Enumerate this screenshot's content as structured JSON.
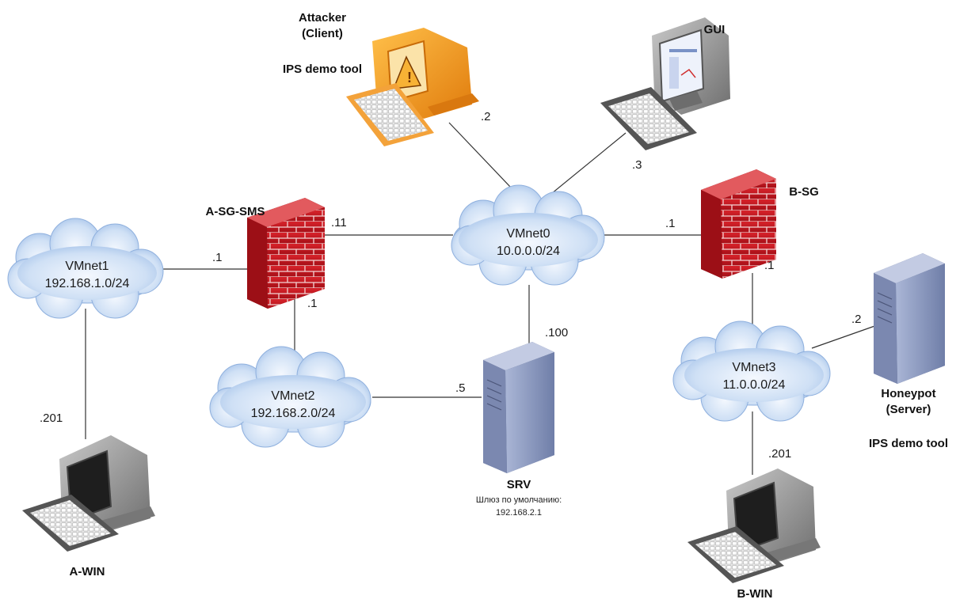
{
  "networks": {
    "vmnet0": {
      "name": "VMnet0",
      "subnet": "10.0.0.0/24"
    },
    "vmnet1": {
      "name": "VMnet1",
      "subnet": "192.168.1.0/24"
    },
    "vmnet2": {
      "name": "VMnet2",
      "subnet": "192.168.2.0/24"
    },
    "vmnet3": {
      "name": "VMnet3",
      "subnet": "11.0.0.0/24"
    }
  },
  "nodes": {
    "attacker": {
      "line1": "Attacker",
      "line2": "(Client)",
      "tool": "IPS demo tool"
    },
    "gui": {
      "label": "GUI"
    },
    "a_sg_sms": {
      "label": "A-SG-SMS"
    },
    "b_sg": {
      "label": "B-SG"
    },
    "srv": {
      "label": "SRV",
      "gateway_label": "Шлюз по умолчанию:",
      "gateway_ip": "192.168.2.1"
    },
    "honeypot": {
      "line1": "Honeypot",
      "line2": "(Server)",
      "tool": "IPS demo tool"
    },
    "a_win": {
      "label": "A-WIN"
    },
    "b_win": {
      "label": "B-WIN"
    }
  },
  "addresses": {
    "attacker": ".2",
    "gui": ".3",
    "a_sg_vmnet0": ".11",
    "a_sg_vmnet1": ".1",
    "a_sg_vmnet2": ".1",
    "b_sg_vmnet0": ".1",
    "b_sg_vmnet3": ".1",
    "srv_vmnet0": ".100",
    "srv_vmnet2": ".5",
    "honeypot": ".2",
    "a_win": ".201",
    "b_win": ".201"
  },
  "colors": {
    "cloud": "#bcd3f0",
    "firewall": "#c8141e",
    "server": "#8f9cbf",
    "attacker_pc": "#f39a1b",
    "pc_body": "#8b8b8b",
    "link": "#333333"
  }
}
